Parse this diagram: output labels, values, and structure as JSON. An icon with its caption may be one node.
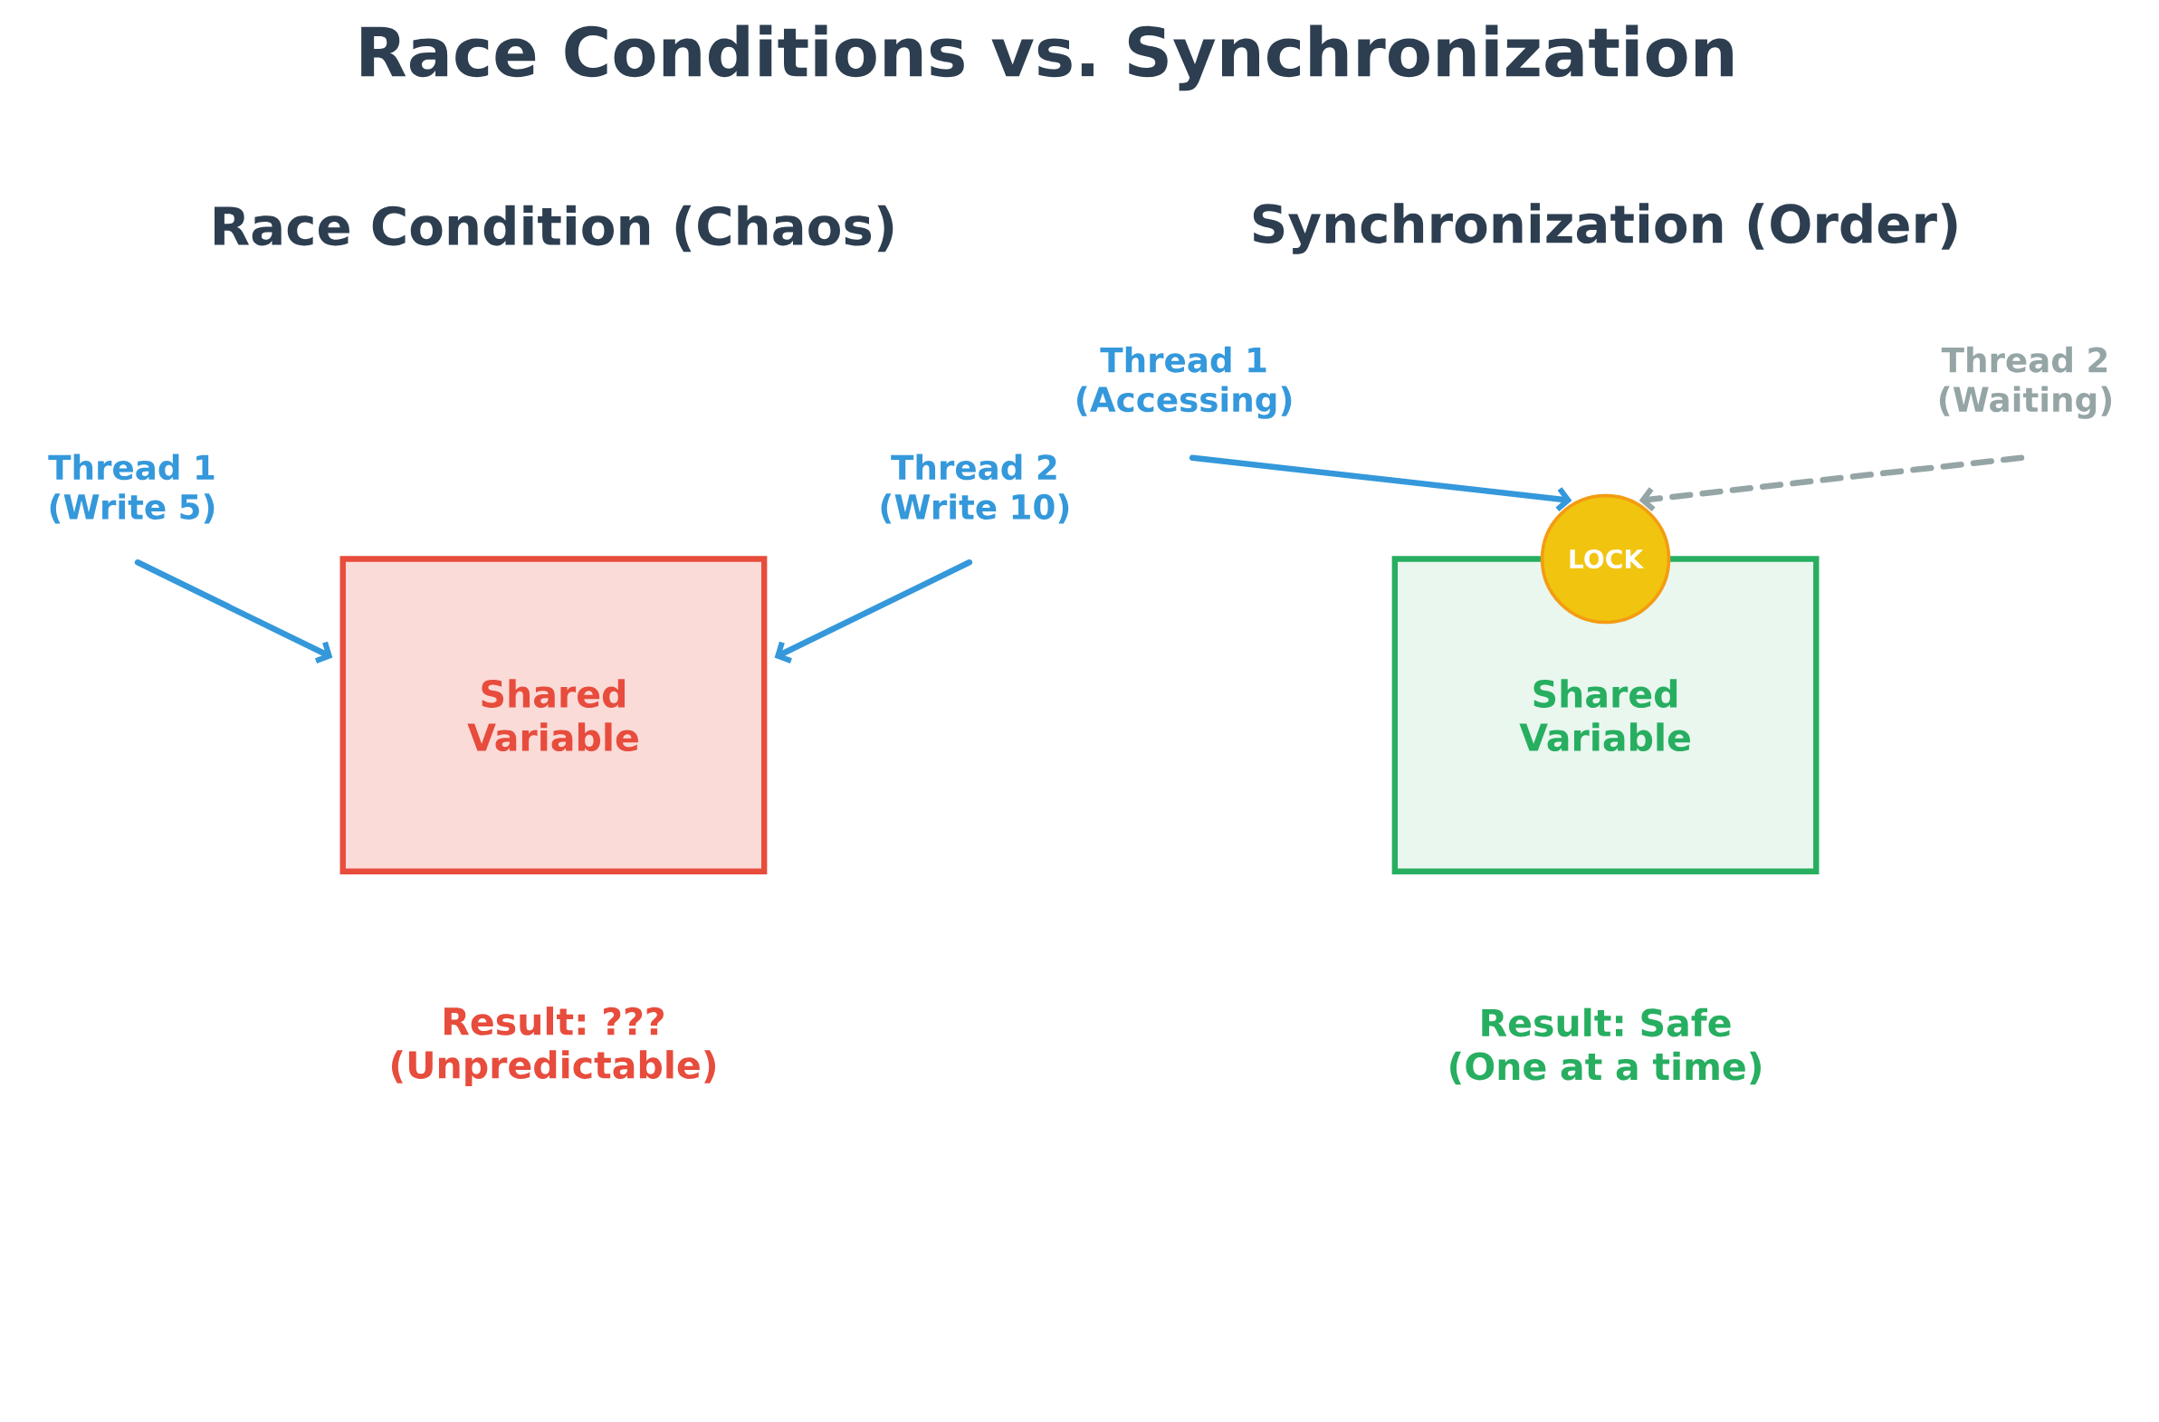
{
  "diagram": {
    "title": "Race Conditions vs. Synchronization",
    "nodes": [
      {
        "text": [
          "Thread 1 (Write 5)"
        ]
      },
      {
        "text": [
          "Thread 2 (Write 10)"
        ]
      },
      {
        "text": [
          "Shared Variable"
        ]
      },
      {
        "text": [
          "Thread 1 (Accessing)"
        ]
      },
      {
        "text": [
          "Thread 2 (Waiting)"
        ]
      },
      {
        "text": [
          "Shared Variable"
        ]
      },
      {
        "text": [
          "LOCK"
        ]
      }
    ],
    "edges": [
      {
        "from": 0,
        "to": 2,
        "arrow": "to"
      },
      {
        "from": 1,
        "to": 2,
        "arrow": "to"
      },
      {
        "from": 3,
        "to": 6,
        "arrow": "to"
      },
      {
        "from": 4,
        "to": 6,
        "arrow": "to",
        "style": "dashed",
        "color": "#95a5a6"
      }
    ],
    "labels": [
      "Race Condition (Chaos)",
      "Synchronization (Order)",
      "Result: ??? (Unpredictable)",
      "Result: Safe (One at a time)"
    ]
  }
}
